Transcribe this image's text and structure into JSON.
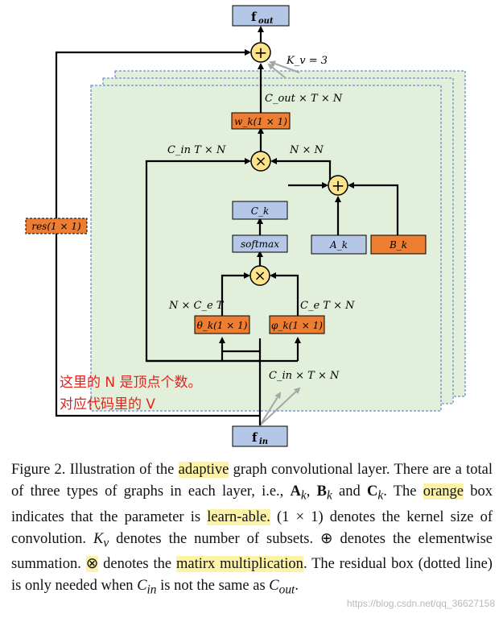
{
  "boxes": {
    "f_out": "f",
    "f_out_sub": "out",
    "f_in": "f",
    "f_in_sub": "in",
    "wk": "w_k(1 × 1)",
    "ck": "C_k",
    "softmax": "softmax",
    "ak": "A_k",
    "bk": "B_k",
    "theta": "θ_k(1 × 1)",
    "phi": "φ_k(1 × 1)",
    "res": "res(1 × 1)"
  },
  "labels": {
    "kv": "K_v = 3",
    "cout": "C_out × T × N",
    "cin_tn": "C_in T × N",
    "nn": "N × N",
    "n_ce_t": "N × C_e T",
    "ce_t_n": "C_e T × N",
    "cin_t_n": "C_in × T × N",
    "plus": "+",
    "times": "×"
  },
  "annotation": {
    "line1": "这里的 N 是顶点个数。",
    "line2": "对应代码里的 V"
  },
  "caption": {
    "p1": "Figure 2. Illustration of the ",
    "h1": "adaptive",
    "p2": " graph convolutional layer. There are a total of three types of graphs in each layer, i.e., ",
    "ak": "A",
    "ak_sub": "k",
    "p3": ", ",
    "bk": "B",
    "bk_sub": "k",
    "p4": " and ",
    "ck": "C",
    "ck_sub": "k",
    "p5": ". The ",
    "h2": "orange",
    "p6": " box indicates that the parameter is ",
    "h3": "learn-able.",
    "p7": " (1 × 1) denotes the kernel size of convolution. ",
    "kv": "K",
    "kv_sub": "v",
    "p8": " denotes the number of subsets. ⊕ denotes the elementwise summation. ",
    "otimes": "⊗",
    "p9": " denotes the ",
    "h4": "matirx multiplication",
    "p10": ". The residual box (dotted line) is only needed when ",
    "cin": "C",
    "cin_sub": "in",
    "p11": " is not the same as ",
    "cout": "C",
    "cout_sub": "out",
    "p12": "."
  },
  "watermark": "https://blog.csdn.net/qq_36627158",
  "colors": {
    "blue_box": "#b4c7e7",
    "orange_box": "#ed7d31",
    "op_circle": "#fde38a",
    "panel": "#e2efda",
    "panel_border": "#4472c4",
    "note_red": "#e2231a"
  }
}
